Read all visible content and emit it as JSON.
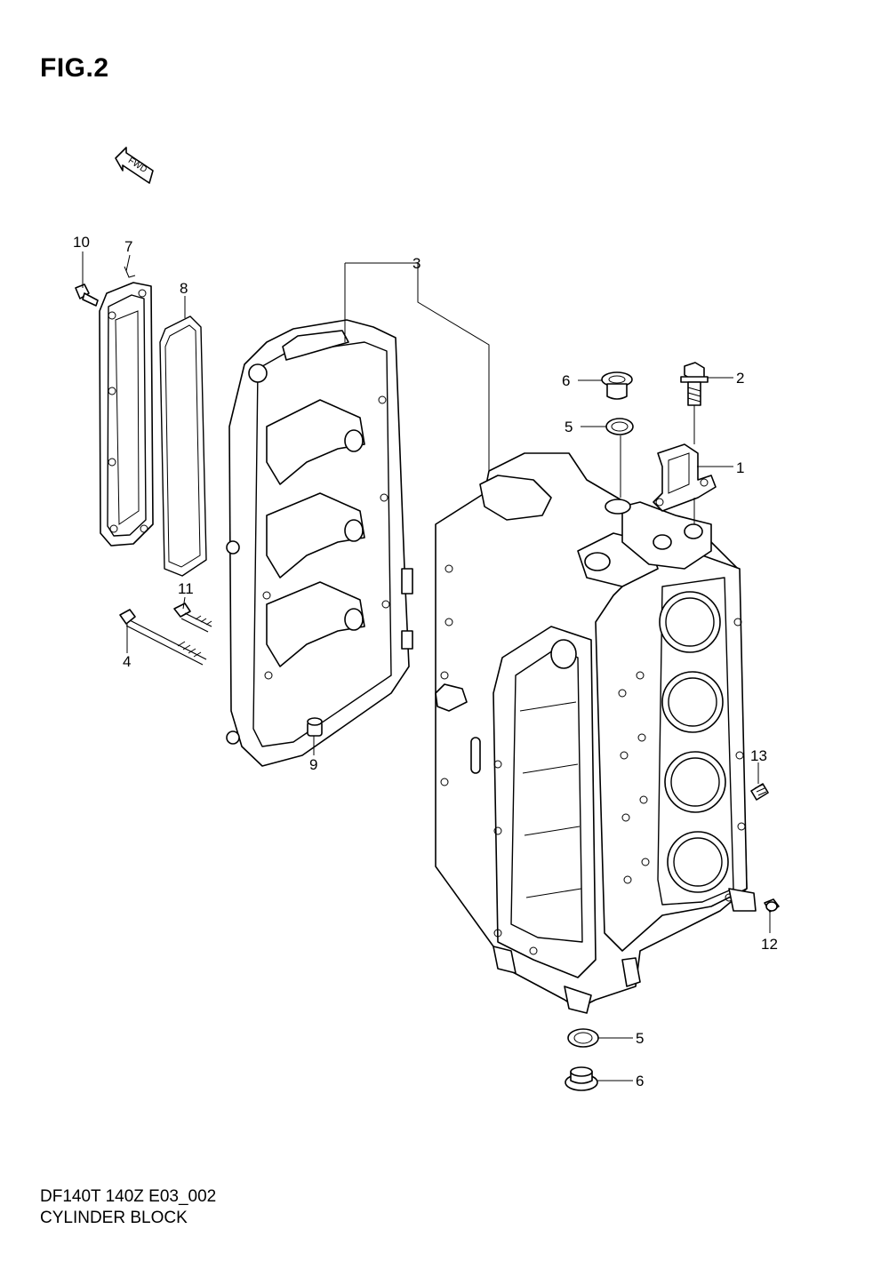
{
  "figure": {
    "title": "FIG.2",
    "fwd_label": "FWD"
  },
  "footer": {
    "model_code": "DF140T 140Z E03_002",
    "section_name": "CYLINDER BLOCK"
  },
  "callouts": [
    {
      "number": "1"
    },
    {
      "number": "2"
    },
    {
      "number": "3"
    },
    {
      "number": "4"
    },
    {
      "number": "5"
    },
    {
      "number": "5"
    },
    {
      "number": "6"
    },
    {
      "number": "6"
    },
    {
      "number": "7"
    },
    {
      "number": "8"
    },
    {
      "number": "9"
    },
    {
      "number": "10"
    },
    {
      "number": "11"
    },
    {
      "number": "12"
    },
    {
      "number": "13"
    }
  ]
}
